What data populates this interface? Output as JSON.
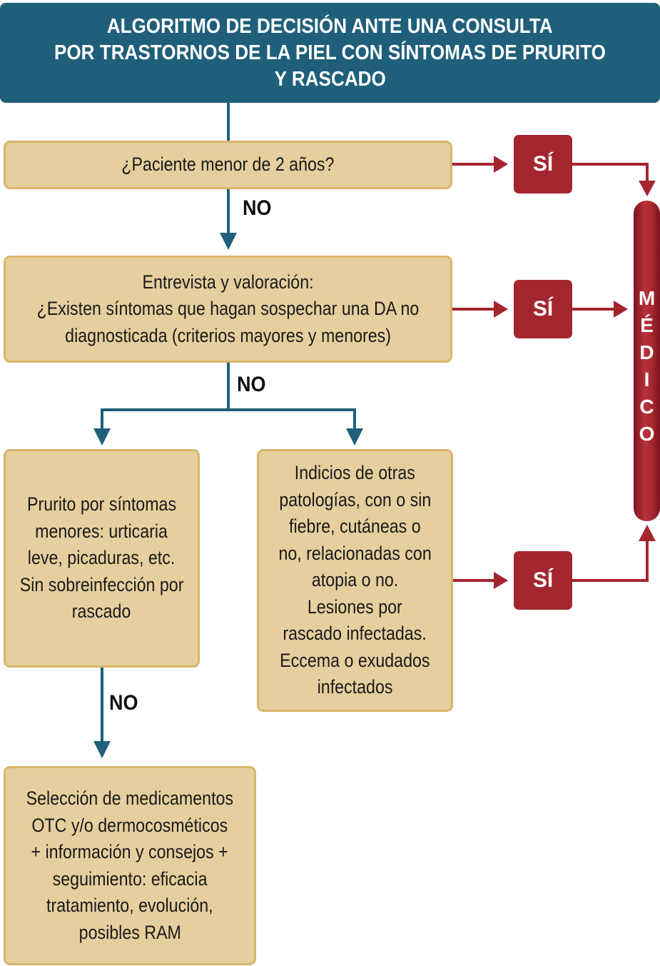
{
  "colors": {
    "header": "#1f5f7a",
    "box_fill": "#e6cf9e",
    "box_border": "#d9b46a",
    "yes_red": "#a3262f",
    "flow_teal": "#1f5f7a"
  },
  "title": {
    "lines": [
      "ALGORITMO DE DECISIÓN ANTE UNA CONSULTA",
      "POR TRASTORNOS DE LA PIEL CON SÍNTOMAS DE PRURITO",
      "Y RASCADO"
    ]
  },
  "nodes": {
    "q1": {
      "lines": [
        "¿Paciente menor de 2 años?"
      ]
    },
    "q2": {
      "lines": [
        "Entrevista y valoración:",
        "¿Existen síntomas que hagan sospechar una DA no",
        "diagnosticada (criterios mayores y menores)"
      ]
    },
    "minor": {
      "lines": [
        "Prurito por síntomas",
        "menores: urticaria",
        "leve, picaduras, etc.",
        "Sin sobreinfección por",
        "rascado"
      ]
    },
    "other": {
      "lines": [
        "Indicios de otras",
        "patologías, con o sin",
        "fiebre, cutáneas o",
        "no, relacionadas con",
        "atopia o no.",
        "Lesiones por",
        "rascado infectadas.",
        "Eccema o exudados",
        "infectados"
      ]
    },
    "selection": {
      "lines": [
        "Selección de medicamentos",
        "OTC y/o dermocosméticos",
        "+ información y consejos +",
        "seguimiento: eficacia",
        "tratamiento, evolución,",
        "posibles RAM"
      ]
    }
  },
  "yes_label": "SÍ",
  "no_label": "NO",
  "doctor": {
    "letters": [
      "M",
      "É",
      "D",
      "I",
      "C",
      "O"
    ]
  }
}
